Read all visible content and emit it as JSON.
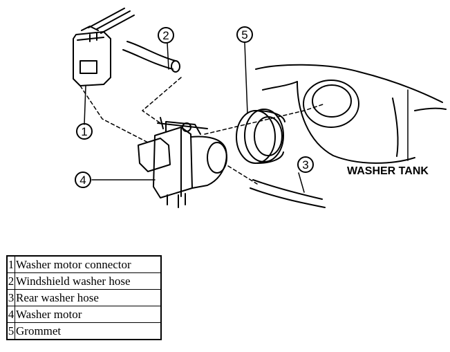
{
  "figure": {
    "callouts": [
      "1",
      "2",
      "3",
      "4",
      "5"
    ],
    "tank_label": "WASHER TANK"
  },
  "legend": {
    "rows": [
      {
        "num": "1",
        "name": "Washer motor connector"
      },
      {
        "num": "2",
        "name": "Windshield washer hose"
      },
      {
        "num": "3",
        "name": "Rear washer hose"
      },
      {
        "num": "4",
        "name": "Washer motor"
      },
      {
        "num": "5",
        "name": "Grommet"
      }
    ]
  }
}
